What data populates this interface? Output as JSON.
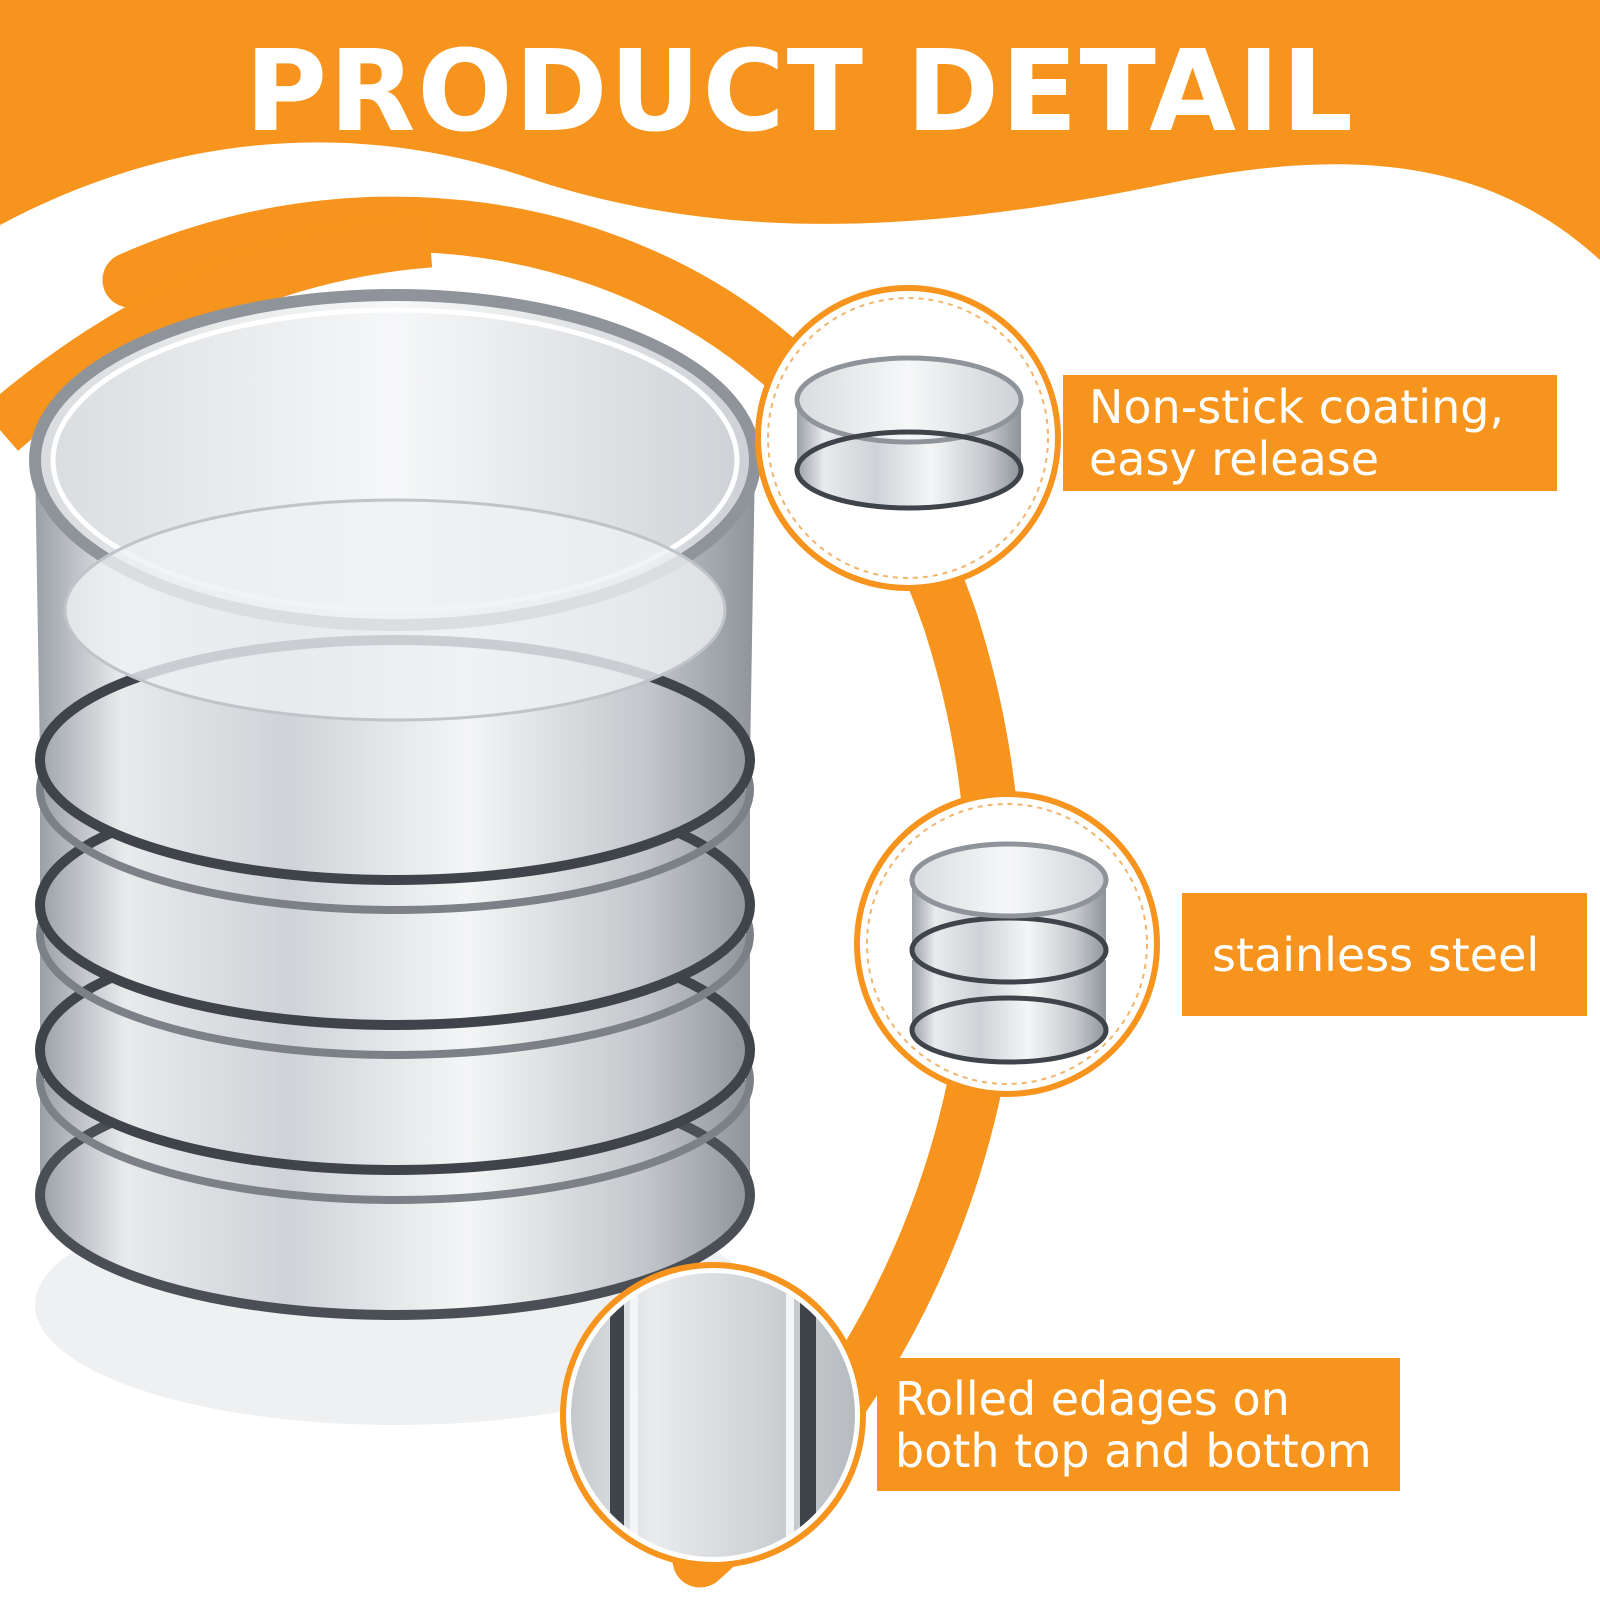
{
  "banner": {
    "title": "PRODUCT DETAIL",
    "background_color": "#f7941d",
    "text_color": "#ffffff"
  },
  "product_image": {
    "icon": "stacked-steel-rings",
    "ring_count": 4
  },
  "details": [
    {
      "icon": "single-ring",
      "text": "Non-stick coating, easy release"
    },
    {
      "icon": "double-ring",
      "text": "stainless steel"
    },
    {
      "icon": "rolled-edge-closeup",
      "text": "Rolled edages on both top and bottom"
    }
  ],
  "colors": {
    "accent": "#f7941d",
    "background": "#ffffff",
    "steel": "#c8ccd0"
  }
}
